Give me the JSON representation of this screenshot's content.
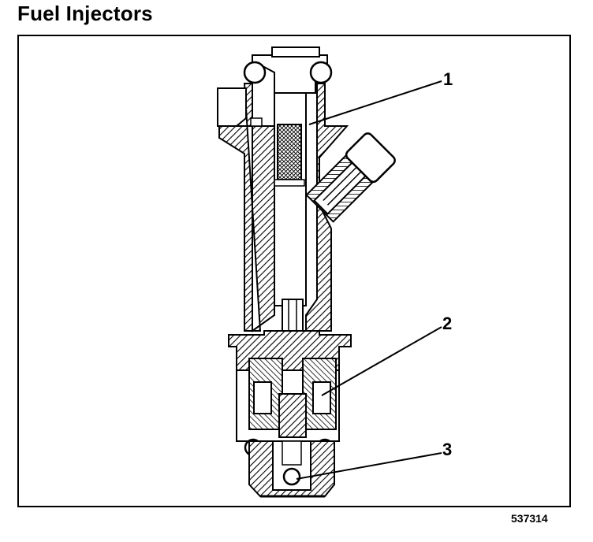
{
  "title": "Fuel Injectors",
  "callouts": {
    "c1": "1",
    "c2": "2",
    "c3": "3"
  },
  "figure_id": "537314",
  "colors": {
    "ink": "#000000",
    "background": "#ffffff"
  }
}
